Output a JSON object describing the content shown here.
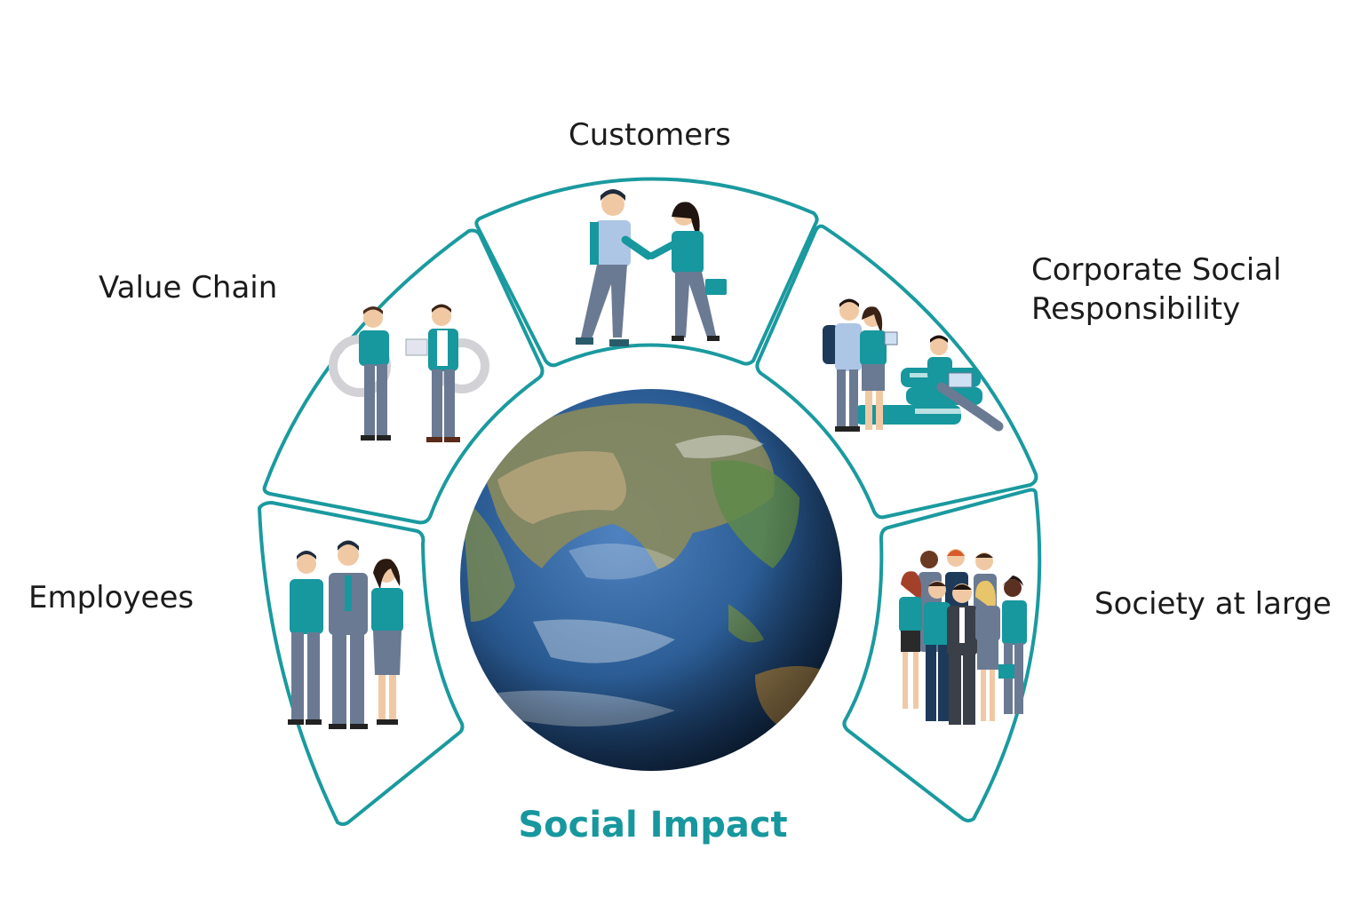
{
  "center": {
    "title": "Social Impact",
    "icon": "globe-icon"
  },
  "segments": [
    {
      "label": "Employees",
      "icon": "employees-group-icon"
    },
    {
      "label": "Value Chain",
      "icon": "value-chain-icon"
    },
    {
      "label": "Customers",
      "icon": "handshake-icon"
    },
    {
      "label": "Corporate Social",
      "label_line2": "Responsibility",
      "icon": "csr-books-icon"
    },
    {
      "label": "Society at large",
      "icon": "society-crowd-icon"
    }
  ],
  "colors": {
    "accent": "#17979e",
    "outline": "#1a9a9f",
    "suit_gray": "#6b7a93",
    "text": "#1b1b1b"
  }
}
